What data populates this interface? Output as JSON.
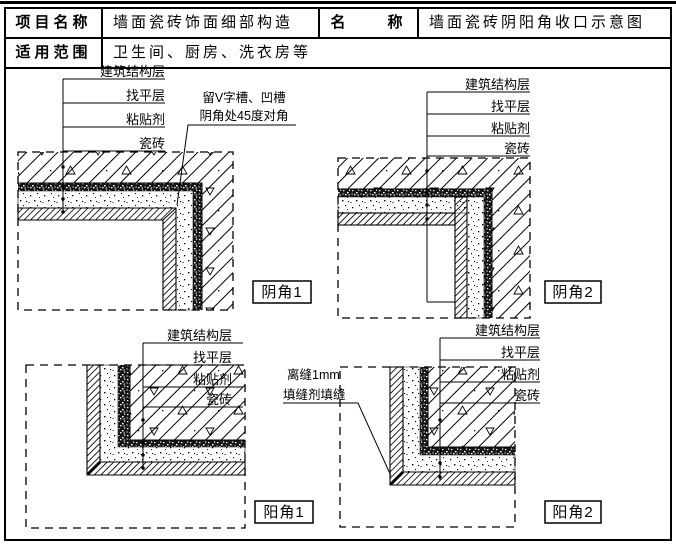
{
  "table": {
    "project_label": "项目名称",
    "project_value": "墙面瓷砖饰面细部构造",
    "name_label": "名　　称",
    "name_value": "墙面瓷砖阴阳角收口示意图",
    "scope_label": "适用范围",
    "scope_value": "卫生间、厨房、洗衣房等"
  },
  "diagrams": {
    "layer_labels": [
      "建筑结构层",
      "找平层",
      "粘贴剂",
      "瓷砖"
    ],
    "yin1": {
      "title": "阴角1",
      "note1": "留V字槽、凹槽",
      "note2": "阴角处45度对角"
    },
    "yin2": {
      "title": "阴角2"
    },
    "yang1": {
      "title": "阳角1"
    },
    "yang2": {
      "title": "阳角2",
      "note1": "离缝1mm",
      "note2": "填缝剂填缝"
    }
  },
  "colors": {
    "ink": "#000000",
    "paper": "#ffffff"
  }
}
